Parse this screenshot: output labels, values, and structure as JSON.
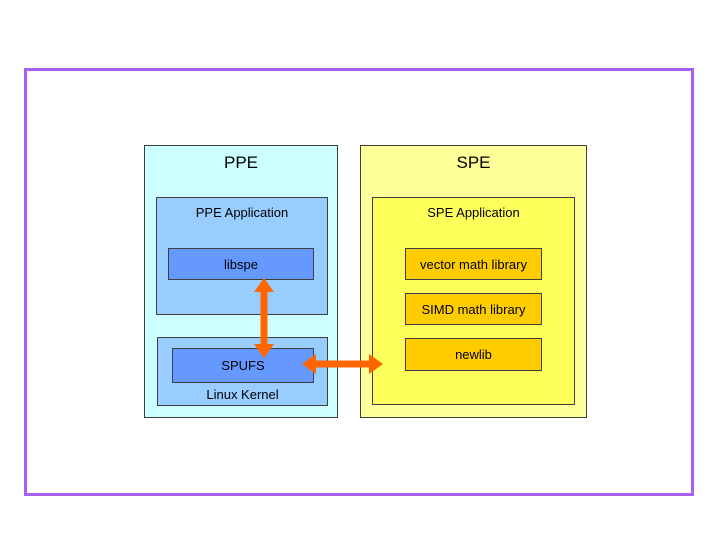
{
  "diagram": {
    "ppe": {
      "title": "PPE",
      "application": {
        "title": "PPE Application",
        "block": "libspe"
      },
      "kernel": {
        "title": "Linux Kernel",
        "block": "SPUFS"
      }
    },
    "spe": {
      "title": "SPE",
      "application": {
        "title": "SPE Application",
        "libraries": [
          "vector math library",
          "SIMD math library",
          "newlib"
        ]
      }
    },
    "arrows": [
      {
        "id": "libspe-spufs",
        "orientation": "vertical",
        "style": "double-headed"
      },
      {
        "id": "spufs-spe",
        "orientation": "horizontal",
        "style": "double-headed"
      }
    ]
  },
  "colors": {
    "frame_border": "#a661f0",
    "ppe_outer": "#ccffff",
    "ppe_inner": "#99ccff",
    "ppe_block": "#6699ff",
    "spe_outer": "#ffff99",
    "spe_inner": "#ffff5c",
    "spe_block": "#ffcc00",
    "arrow": "#ff6600",
    "box_border": "#3f3f3f"
  }
}
